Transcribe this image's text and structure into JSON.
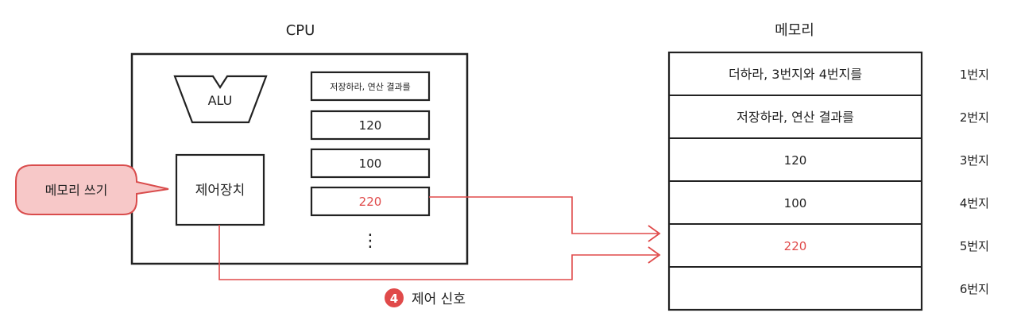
{
  "cpu": {
    "title": "CPU",
    "alu_label": "ALU",
    "control_unit_label": "제어장치",
    "registers": [
      {
        "value": "저장하라, 연산 결과를",
        "highlight": false
      },
      {
        "value": "120",
        "highlight": false
      },
      {
        "value": "100",
        "highlight": false
      },
      {
        "value": "220",
        "highlight": true
      }
    ],
    "ellipsis": "⋮"
  },
  "memory": {
    "title": "메모리",
    "cells": [
      {
        "value": "더하라, 3번지와 4번지를",
        "address": "1번지",
        "highlight": false
      },
      {
        "value": "저장하라, 연산 결과를",
        "address": "2번지",
        "highlight": false
      },
      {
        "value": "120",
        "address": "3번지",
        "highlight": false
      },
      {
        "value": "100",
        "address": "4번지",
        "highlight": false
      },
      {
        "value": "220",
        "address": "5번지",
        "highlight": true
      },
      {
        "value": "",
        "address": "6번지",
        "highlight": false
      }
    ]
  },
  "callout": {
    "text": "메모리 쓰기"
  },
  "signal": {
    "step": "4",
    "label": "제어 신호"
  },
  "colors": {
    "line": "#222222",
    "accent_red": "#e04a4a",
    "callout_fill": "#f7c8c8",
    "callout_stroke": "#d94c4c"
  }
}
